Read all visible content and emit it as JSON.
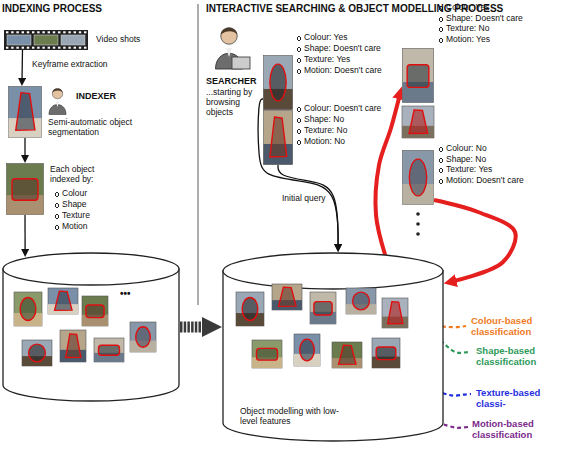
{
  "diagram": {
    "nodes": [
      {
        "text": [
          "Video shots"
        ]
      },
      {
        "text": [
          "INDEXER",
          "Semi-automatic object segmentation"
        ]
      },
      {
        "text": [
          "Each object indexed by:",
          "Colour",
          "Shape",
          "Texture",
          "Motion"
        ]
      },
      {
        "text": [
          "•••"
        ]
      },
      {
        "text": [
          "Colour: Yes",
          "Shape: Doesn't care",
          "Texture: Yes",
          "Motion: Doesn't care"
        ]
      },
      {
        "text": [
          "Colour: Doesn't care",
          "Shape: No",
          "Texture: No",
          "Motion: No"
        ]
      },
      {
        "text": [
          "Colour: Yes",
          "Shape: Doesn't care",
          "Texture: No",
          "Motion: Yes"
        ]
      },
      {
        "text": [
          "Colour: No",
          "Shape: No",
          "Texture: Yes",
          "Motion: Doesn't care"
        ]
      },
      {
        "text": [
          "Object modelling with low-level features"
        ]
      }
    ],
    "edges": [
      {
        "from": 0,
        "to": 1,
        "arrow": "to",
        "label": "Keyframe extraction"
      },
      {
        "from": 1,
        "to": 2,
        "arrow": "to"
      },
      {
        "from": 2,
        "to": 3,
        "arrow": "to"
      },
      {
        "from": 3,
        "to": 8,
        "arrow": "to"
      },
      {
        "from": 4,
        "to": 8,
        "arrow": "to",
        "label": "Initial query"
      },
      {
        "from": 5,
        "to": 8,
        "arrow": "to"
      },
      {
        "from": 8,
        "to": 6,
        "arrow": "to"
      },
      {
        "from": 7,
        "to": 8,
        "arrow": "to"
      }
    ],
    "labels": [
      "INDEXING PROCESS",
      "INTERACTIVE SEARCHING & OBJECT MODELLING PROCESS",
      "SEARCHER",
      "...starting by browsing objects",
      "Colour-based classification",
      "Shape-based classification",
      "Texture-based classi-",
      "Motion-based classification"
    ]
  }
}
